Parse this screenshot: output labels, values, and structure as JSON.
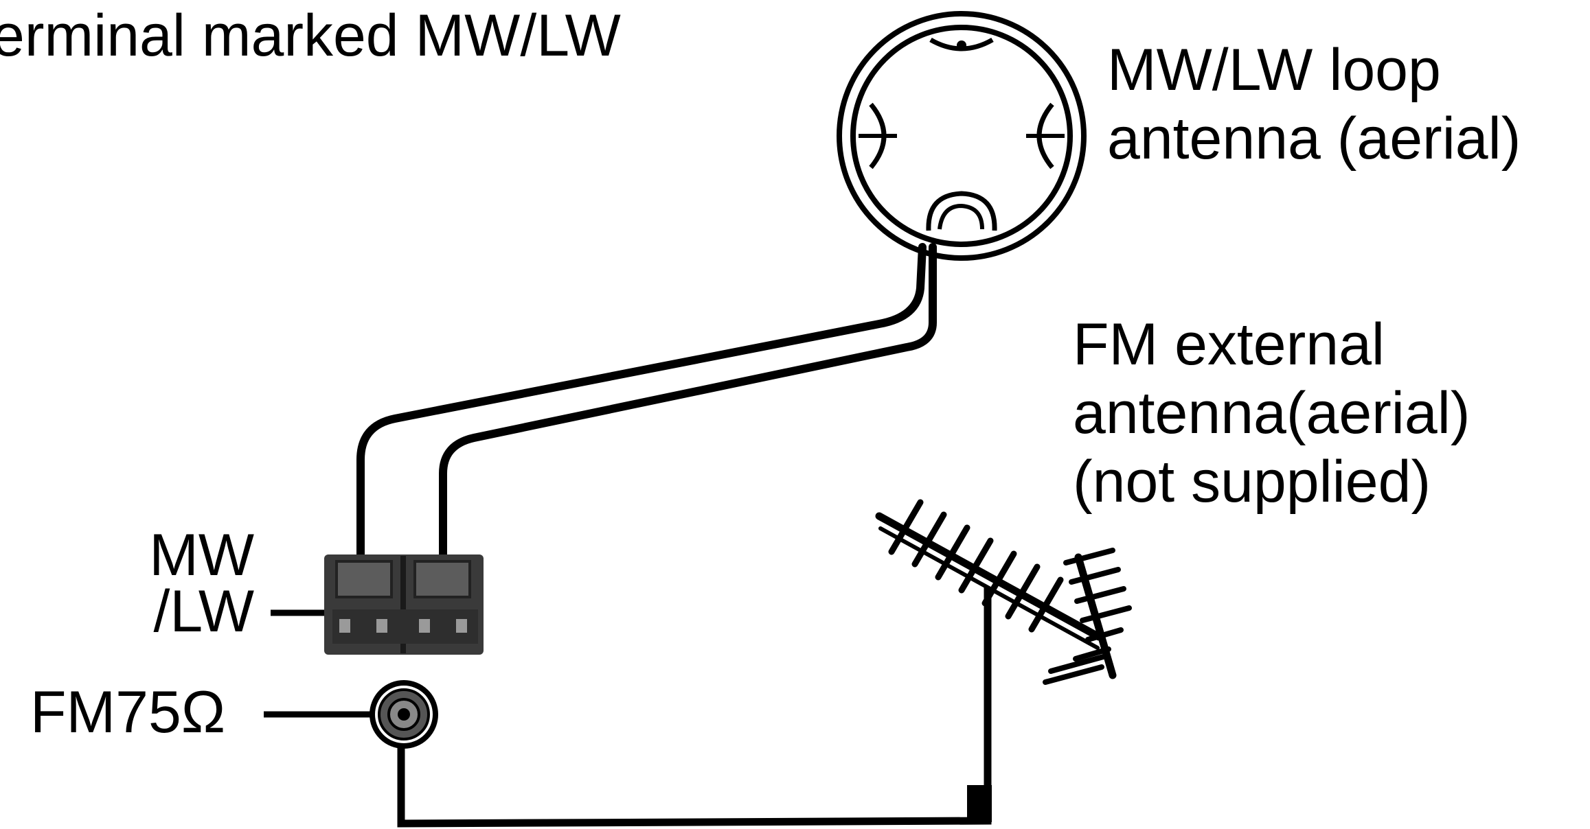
{
  "header": {
    "top_text": "erminal marked MW/LW"
  },
  "labels": {
    "loop_antenna": [
      "MW/LW loop",
      "antenna (aerial)"
    ],
    "fm_external_antenna": [
      "FM external",
      "antenna(aerial)",
      "(not supplied)"
    ],
    "mwlw_terminal": [
      "MW",
      "/LW"
    ],
    "fm75_terminal": "FM75Ω"
  },
  "colors": {
    "line": "#000000",
    "terminal_block": "#3a3a3a",
    "background": "#ffffff"
  },
  "icons": {
    "loop_antenna": "loop-antenna-icon",
    "fm_antenna": "yagi-antenna-icon",
    "terminal_block": "terminal-block-icon",
    "coax_jack": "coax-jack-icon"
  }
}
